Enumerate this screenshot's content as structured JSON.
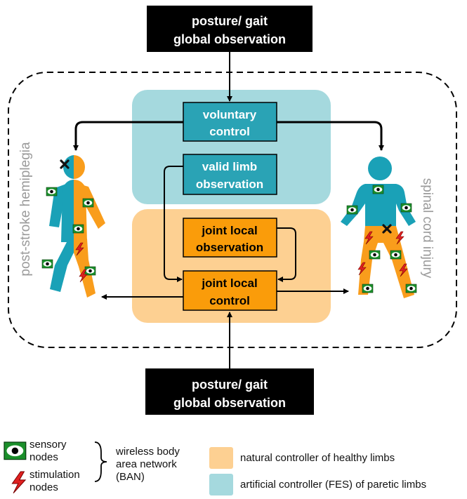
{
  "top_box": {
    "line1": "posture/ gait",
    "line2": "global observation"
  },
  "bottom_box": {
    "line1": "posture/ gait",
    "line2": "global observation"
  },
  "voluntary_control": {
    "line1": "voluntary",
    "line2": "control"
  },
  "valid_limb_observation": {
    "line1": "valid limb",
    "line2": "observation"
  },
  "joint_local_observation": {
    "line1": "joint local",
    "line2": "observation"
  },
  "joint_local_control": {
    "line1": "joint local",
    "line2": "control"
  },
  "left_label": "post-stroke hemiplegia",
  "right_label": "spinal cord injury",
  "legend": {
    "sensory": {
      "line1": "sensory",
      "line2": "nodes"
    },
    "stimulation": {
      "line1": "stimulation",
      "line2": "nodes"
    },
    "ban": {
      "line1": "wireless body",
      "line2": "area network",
      "line3": "(BAN)"
    },
    "natural": "natural controller of healthy limbs",
    "artificial": "artificial controller (FES) of paretic limbs"
  },
  "colors": {
    "teal_zone": "#a5d9de",
    "orange_zone": "#fdd092",
    "teal_box": "#2aa3b5",
    "orange_box": "#fa9c0a",
    "body_teal": "#1aa1b7",
    "body_orange": "#f99d1c",
    "black_box": "#000000",
    "side_label": "#9a9a9a"
  },
  "icons": {
    "sensory": "eye-icon",
    "stimulation": "lightning-icon",
    "blocked": "cross-icon"
  }
}
